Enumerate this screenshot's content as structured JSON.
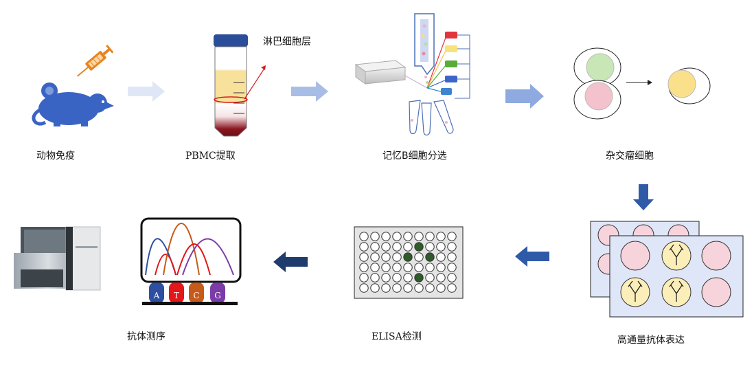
{
  "steps": {
    "immunization": "动物免疫",
    "pbmc": "PBMC提取",
    "lymph_layer": "淋巴细胞层",
    "bcell_sort": "记忆B细胞分选",
    "hybridoma": "杂交瘤细胞",
    "expression": "高通量抗体表达",
    "elisa": "ELISA检测",
    "sequencing": "抗体测序"
  },
  "bases": [
    "A",
    "T",
    "C",
    "G"
  ],
  "colors": {
    "arrow_light": "#a8bde6",
    "arrow_dark_blue": "#2f5aa8",
    "arrow_navy": "#1f3c6e",
    "mouse_blue": "#3a64c4",
    "syringe_orange": "#e8841f",
    "tube_cap": "#2b4e9a",
    "lymph_yellow": "#f8e19a",
    "blood_red": "#8a1520",
    "cell_green": "#c9e6b6",
    "cell_pink": "#f3c2cc",
    "cell_yellow": "#fbe08c",
    "well_dark_green": "#2f5a2a",
    "plate_panel": "#dfe6f7",
    "base_A": "#2e4fa0",
    "base_T": "#e3171a",
    "base_C": "#c65a1a",
    "base_G": "#7b3ca8"
  }
}
